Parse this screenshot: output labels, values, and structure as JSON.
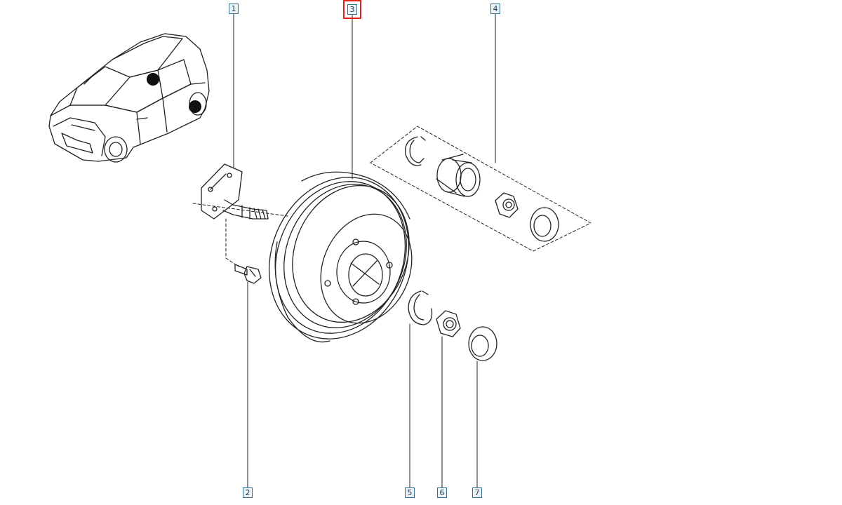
{
  "diagram": {
    "callouts": [
      {
        "label": "1"
      },
      {
        "label": "2"
      },
      {
        "label": "3"
      },
      {
        "label": "4"
      },
      {
        "label": "5"
      },
      {
        "label": "6"
      },
      {
        "label": "7"
      }
    ],
    "selected_part": "3",
    "colors": {
      "line": "#222222",
      "callout_border": "#3a6f8f",
      "callout_fill": "#eaf3f8",
      "highlight": "#e2231a",
      "dot": "#111111"
    }
  }
}
